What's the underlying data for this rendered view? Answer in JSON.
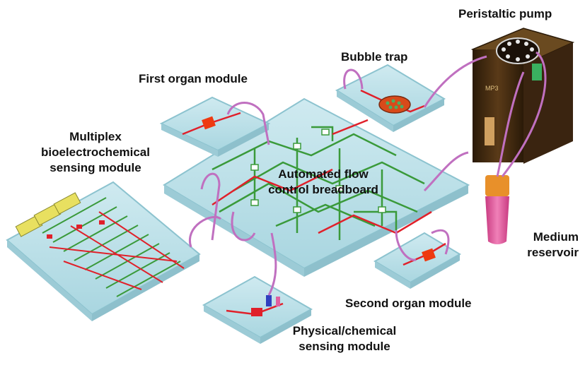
{
  "labels": {
    "peristaltic_pump": "Peristaltic pump",
    "bubble_trap": "Bubble trap",
    "first_organ_module": "First organ module",
    "multiplex_line1": "Multiplex",
    "multiplex_line2": "bioelectrochemical",
    "multiplex_line3": "sensing module",
    "flow_line1": "Automated flow",
    "flow_line2": "control breadboard",
    "medium_line1": "Medium",
    "medium_line2": "reservoir",
    "second_organ_module": "Second organ module",
    "physical_line1": "Physical/chemical",
    "physical_line2": "sensing module",
    "pump_mark": "MP3"
  },
  "colors": {
    "module_fill": "#bfe3ea",
    "module_edge": "#8cc3cf",
    "channel_green": "#3a9a3a",
    "channel_red": "#e0202a",
    "tubing": "#c070c0",
    "pump_body": "#4a3015",
    "reservoir": "#e060a0"
  }
}
